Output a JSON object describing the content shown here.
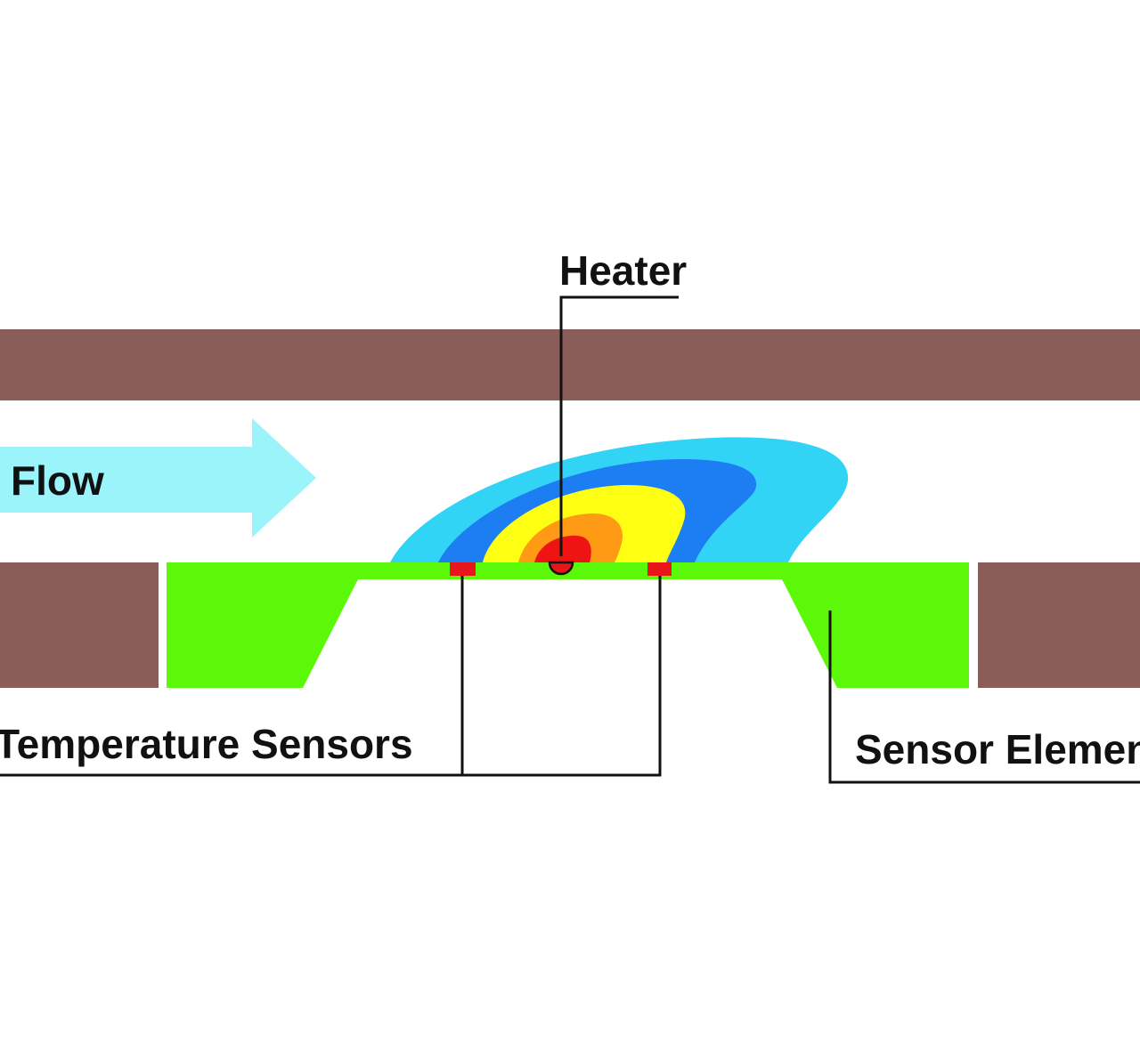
{
  "labels": {
    "heater": "Heater",
    "flow": "Flow",
    "temperature_sensors": "Temperature Sensors",
    "sensor_element": "Sensor Element"
  },
  "colors": {
    "housing": "#8b5d59",
    "sensor_body": "#5cf80a",
    "flow_arrow": "#9cf4fb",
    "sensor_pad": "#e8161b",
    "leader_line": "#111111",
    "heat_zone_outer": "#32d4f5",
    "heat_zone_2": "#1c7ef2",
    "heat_zone_3": "#ffff14",
    "heat_zone_4": "#ff9a14",
    "heat_zone_core": "#ee1414"
  }
}
